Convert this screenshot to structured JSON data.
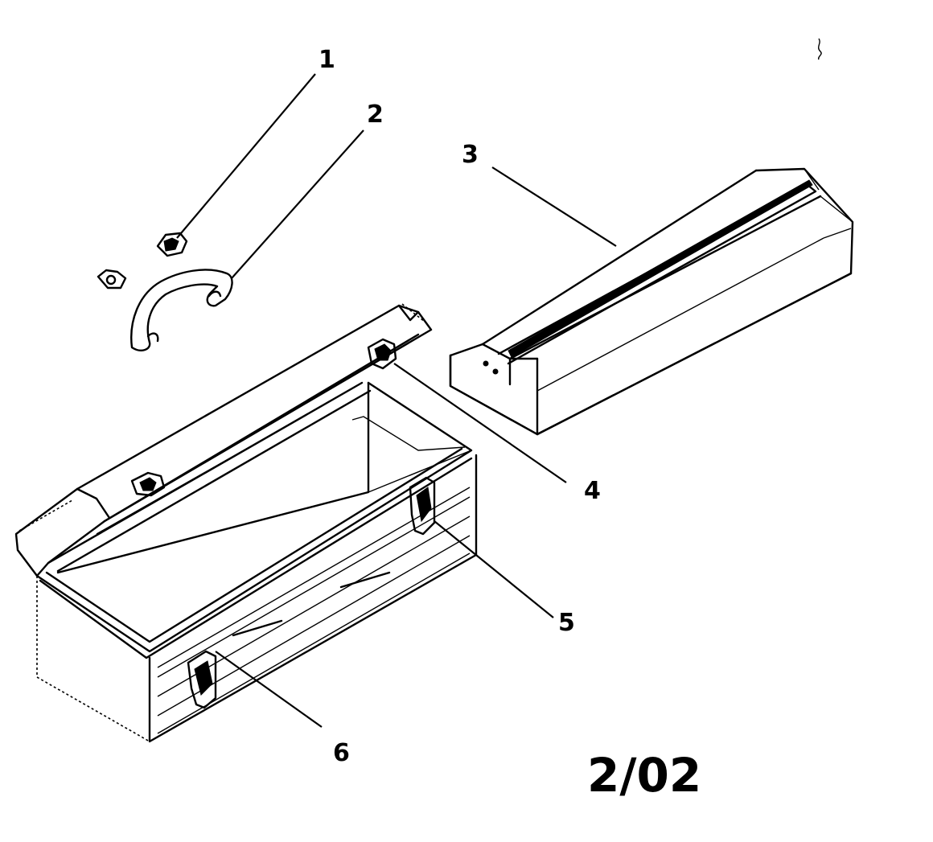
{
  "callouts": [
    {
      "id": "1",
      "label": "1"
    },
    {
      "id": "2",
      "label": "2"
    },
    {
      "id": "3",
      "label": "3"
    },
    {
      "id": "4",
      "label": "4"
    },
    {
      "id": "5",
      "label": "5"
    },
    {
      "id": "6",
      "label": "6"
    }
  ],
  "date_stamp": "2/02"
}
